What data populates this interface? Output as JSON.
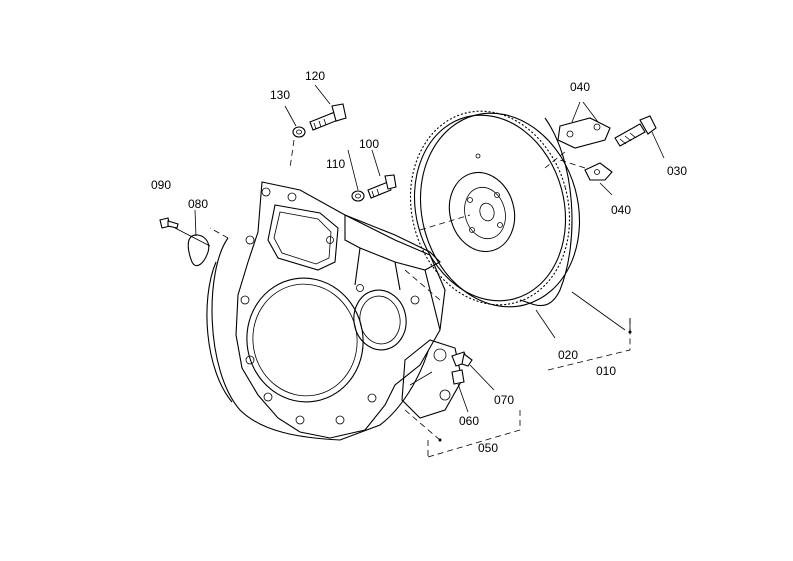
{
  "labels": {
    "p010": "010",
    "p020": "020",
    "p030": "030",
    "p040a": "040",
    "p040b": "040",
    "p050": "050",
    "p060": "060",
    "p070": "070",
    "p080": "080",
    "p090": "090",
    "p100": "100",
    "p110": "110",
    "p120": "120",
    "p130": "130"
  }
}
